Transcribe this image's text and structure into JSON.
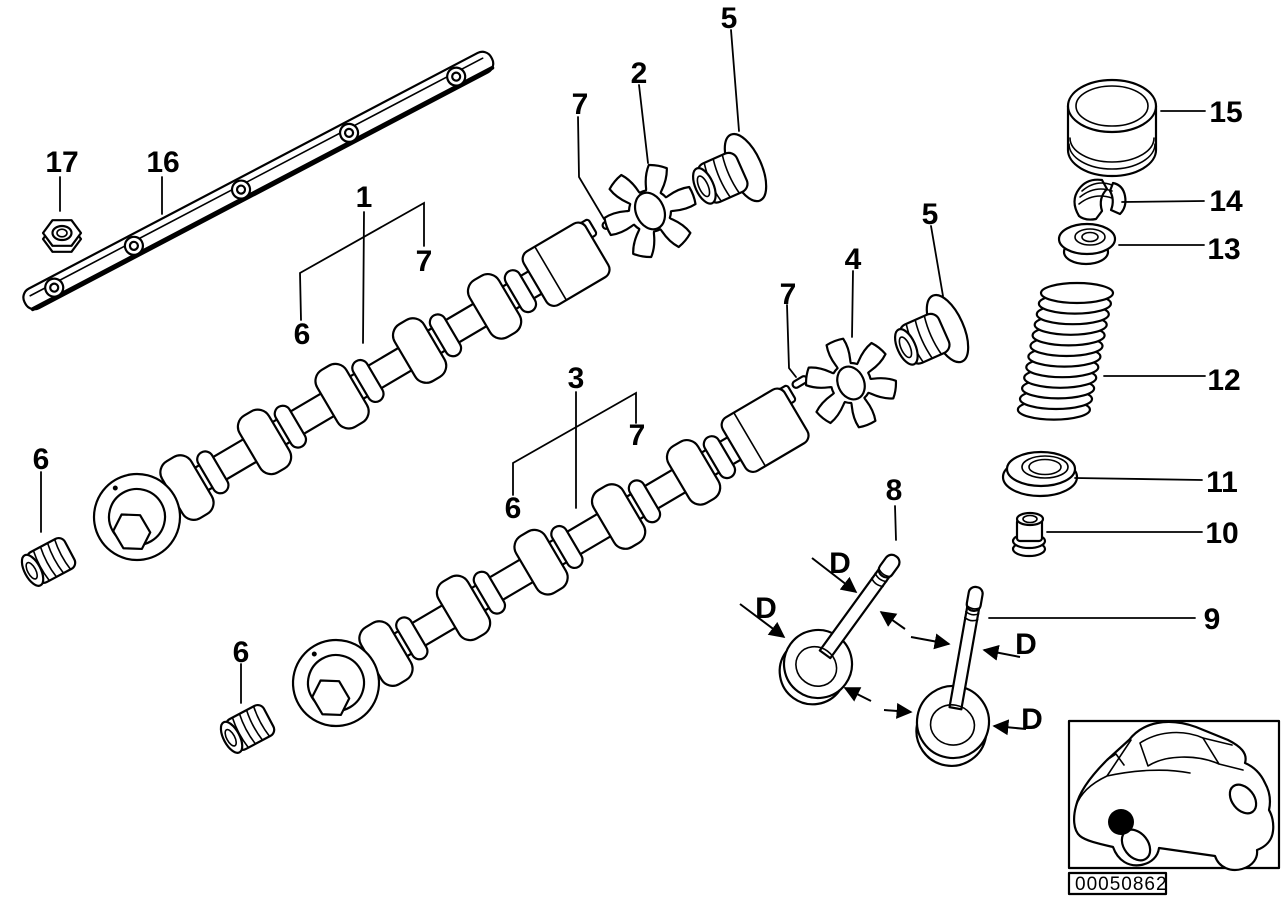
{
  "diagram": {
    "callouts": {
      "c1": "1",
      "c2": "2",
      "c3": "3",
      "c4": "4",
      "c5": "5",
      "c6": "6",
      "c7": "7",
      "c8": "8",
      "c9": "9",
      "c10": "10",
      "c11": "11",
      "c12": "12",
      "c13": "13",
      "c14": "14",
      "c15": "15",
      "c16": "16",
      "c17": "17"
    },
    "dimension_label": "D",
    "footer": {
      "part_number": "00050862"
    },
    "colors": {
      "line": "#000000",
      "background": "#ffffff"
    }
  }
}
